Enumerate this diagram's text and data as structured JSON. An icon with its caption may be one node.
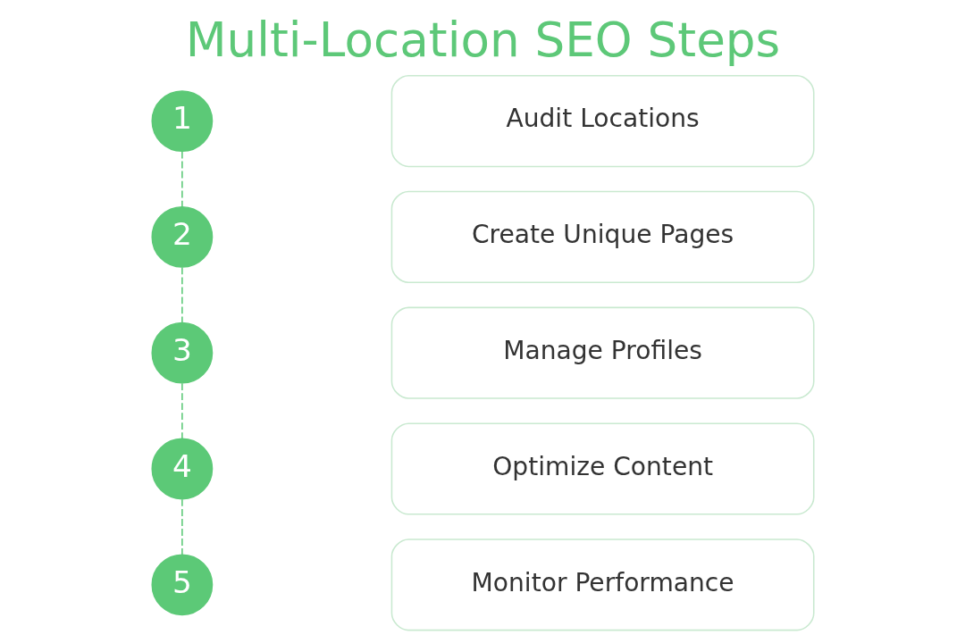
{
  "diagram": {
    "title": "Multi-Location SEO Steps",
    "nodes": [
      {
        "text": [
          "1"
        ]
      },
      {
        "text": [
          "2"
        ]
      },
      {
        "text": [
          "3"
        ]
      },
      {
        "text": [
          "4"
        ]
      },
      {
        "text": [
          "5"
        ]
      },
      {
        "text": [
          "Audit Locations"
        ]
      },
      {
        "text": [
          "Create Unique Pages"
        ]
      },
      {
        "text": [
          "Manage Profiles"
        ]
      },
      {
        "text": [
          "Optimize Content"
        ]
      },
      {
        "text": [
          "Monitor Performance"
        ]
      }
    ],
    "edges": [
      {
        "from": 0,
        "to": 1,
        "arrow": "none",
        "style": "dashed"
      },
      {
        "from": 1,
        "to": 2,
        "arrow": "none",
        "style": "dashed"
      },
      {
        "from": 2,
        "to": 3,
        "arrow": "none",
        "style": "dashed"
      },
      {
        "from": 3,
        "to": 4,
        "arrow": "none",
        "style": "dashed"
      }
    ]
  }
}
